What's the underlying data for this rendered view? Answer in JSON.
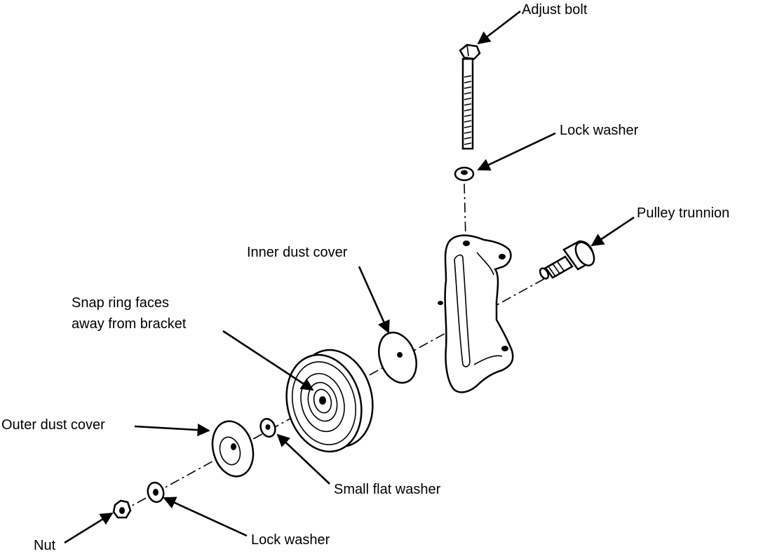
{
  "labels": {
    "adjust_bolt": "Adjust bolt",
    "lock_washer_top": "Lock washer",
    "pulley_trunnion": "Pulley trunnion",
    "inner_dust_cover": "Inner dust cover",
    "snap_ring_line1": "Snap ring faces",
    "snap_ring_line2": "away from bracket",
    "outer_dust_cover": "Outer dust cover",
    "small_flat_washer": "Small flat washer",
    "nut": "Nut",
    "lock_washer_bottom": "Lock washer"
  }
}
